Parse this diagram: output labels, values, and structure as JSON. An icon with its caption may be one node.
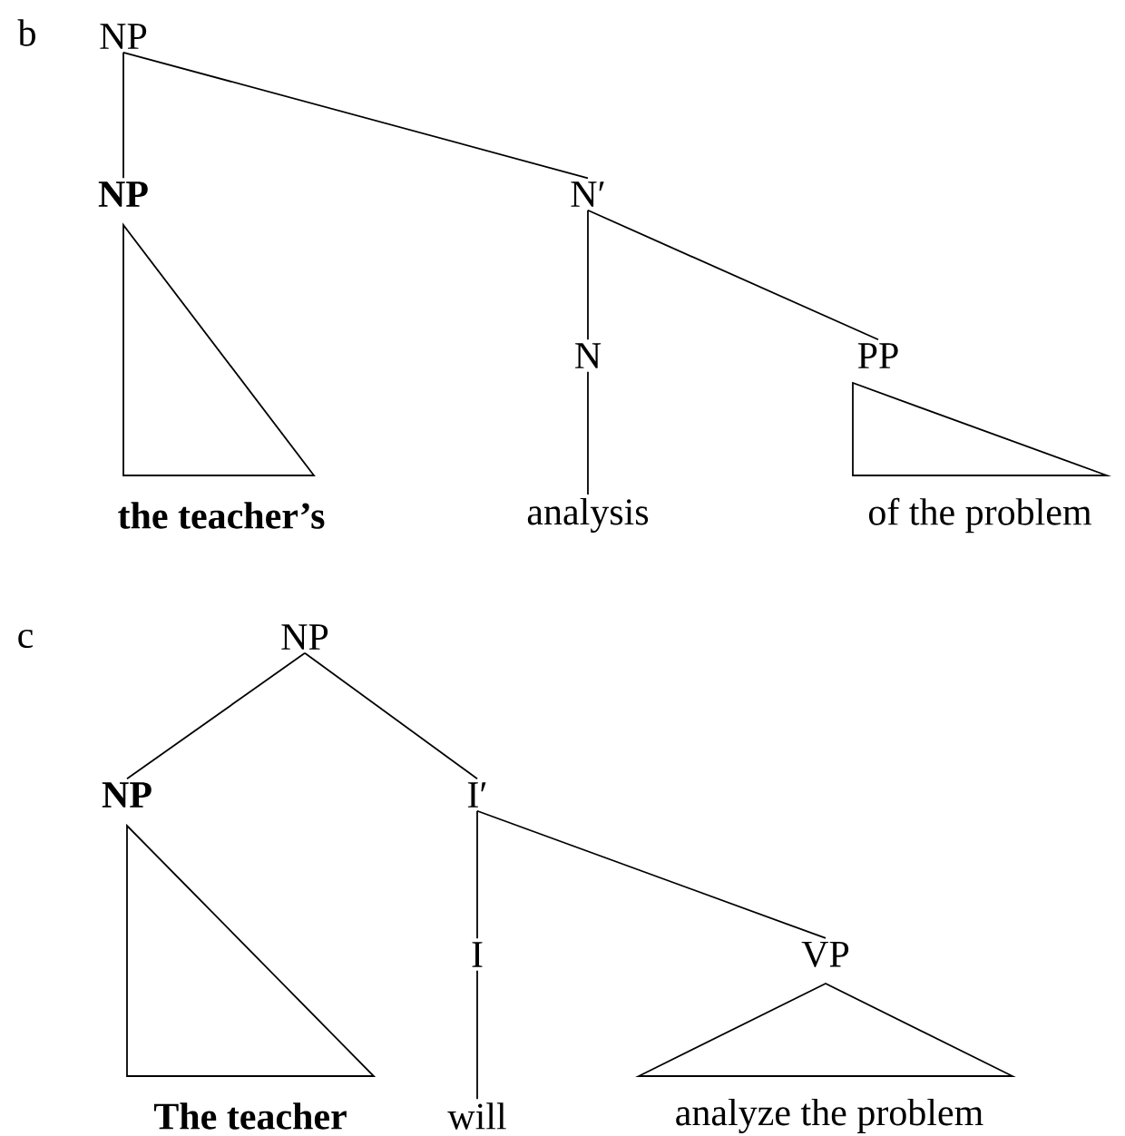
{
  "diagram": {
    "nodes": [
      {
        "text": [
          "NP"
        ]
      },
      {
        "text": [
          "NP"
        ]
      },
      {
        "text": [
          "N′"
        ]
      },
      {
        "text": [],
        "shape": "triangle",
        "beside": [
          "the teacher’s"
        ]
      },
      {
        "text": [
          "N"
        ]
      },
      {
        "text": [
          "PP"
        ]
      },
      {
        "text": [],
        "shape": "triangle",
        "beside": [
          "of the problem"
        ]
      },
      {
        "text": [
          "analysis"
        ]
      },
      {
        "text": [
          "NP"
        ]
      },
      {
        "text": [
          "NP"
        ]
      },
      {
        "text": [
          "I′"
        ]
      },
      {
        "text": [],
        "shape": "triangle",
        "beside": [
          "The teacher"
        ]
      },
      {
        "text": [
          "I"
        ]
      },
      {
        "text": [
          "VP"
        ]
      },
      {
        "text": [],
        "shape": "triangle",
        "beside": [
          "analyze the problem"
        ]
      },
      {
        "text": [
          "will"
        ]
      }
    ],
    "edges": [
      {
        "from": 0,
        "to": 1,
        "arrow": "none"
      },
      {
        "from": 0,
        "to": 2,
        "arrow": "none"
      },
      {
        "from": 2,
        "to": 4,
        "arrow": "none"
      },
      {
        "from": 2,
        "to": 5,
        "arrow": "none"
      },
      {
        "from": 4,
        "to": 7,
        "arrow": "none"
      },
      {
        "from": 8,
        "to": 9,
        "arrow": "none"
      },
      {
        "from": 8,
        "to": 10,
        "arrow": "none"
      },
      {
        "from": 10,
        "to": 12,
        "arrow": "none"
      },
      {
        "from": 10,
        "to": 13,
        "arrow": "none"
      },
      {
        "from": 12,
        "to": 15,
        "arrow": "none"
      }
    ],
    "labels": [
      "b",
      "c"
    ]
  }
}
